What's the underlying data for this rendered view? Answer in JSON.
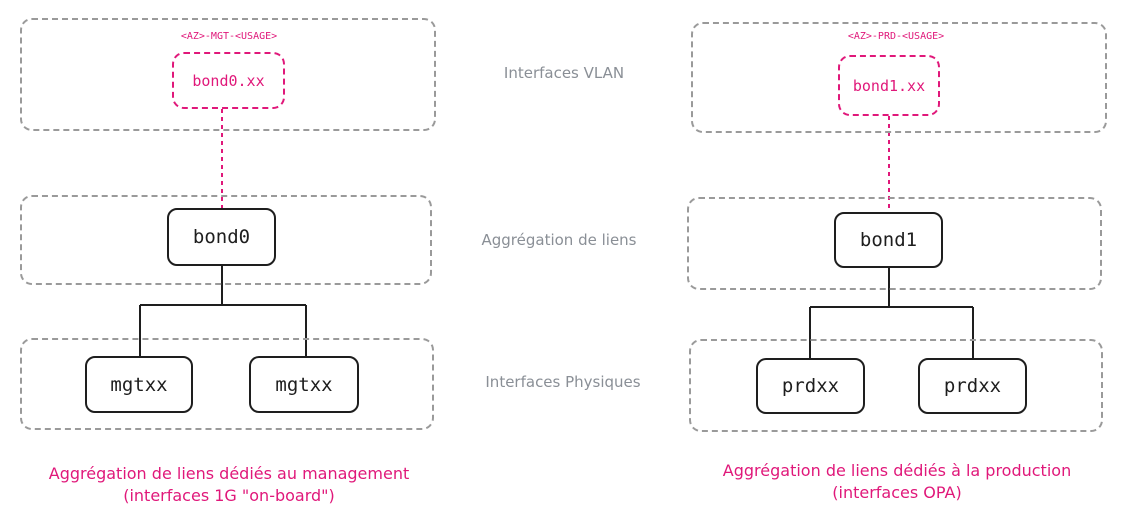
{
  "colors": {
    "accent": "#e0187a",
    "node_border": "#1e1e1e",
    "group_border": "#9a9a9a",
    "layer_label": "#8a8f96"
  },
  "layers": {
    "vlan": "Interfaces VLAN",
    "aggregation": "Aggrégation de liens",
    "physical": "Interfaces Physiques"
  },
  "left": {
    "vlan_tag": "<AZ>-MGT-<USAGE>",
    "vlan_interface": "bond0.xx",
    "bond": "bond0",
    "physical": [
      "mgtxx",
      "mgtxx"
    ],
    "caption_line1": "Aggrégation de liens dédiés au management",
    "caption_line2": "(interfaces 1G \"on-board\")"
  },
  "right": {
    "vlan_tag": "<AZ>-PRD-<USAGE>",
    "vlan_interface": "bond1.xx",
    "bond": "bond1",
    "physical": [
      "prdxx",
      "prdxx"
    ],
    "caption_line1": "Aggrégation de liens dédiés à la production",
    "caption_line2": "(interfaces OPA)"
  }
}
